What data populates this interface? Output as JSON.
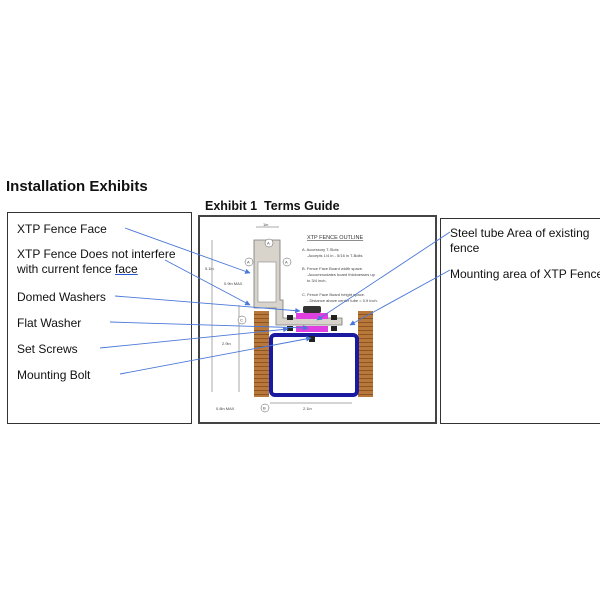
{
  "title": "Installation Exhibits",
  "exhibit_title": "Exhibit 1  Terms Guide",
  "left_labels": {
    "fence_face": "XTP Fence Face",
    "not_interfere_1": "XTP Fence Does not interfere",
    "not_interfere_2": "with current fence ",
    "not_interfere_3": "face",
    "domed_washers": "Domed Washers",
    "flat_washer": "Flat Washer",
    "set_screws": "Set Screws",
    "mounting_bolt": "Mounting Bolt"
  },
  "right_labels": {
    "steel_tube_1": "Steel tube Area of existing",
    "steel_tube_2": "fence",
    "mounting_area": "Mounting area of XTP Fence"
  },
  "diagram": {
    "heading": "XTP FENCE OUTLINE",
    "a_title": "A.  Accessory T-Slots",
    "a_sub": "-Accepts 1/4 in - 5/16 in T-Bolts",
    "b_title": "B.  Fence Face Board width space.",
    "b_sub1": "-Accommodates board thicknesses up",
    "b_sub2": "to 3/4 inch.",
    "c_title": "C.  Fence Face Board height space.",
    "c_sub": "- Distance above center tube = 0.9 inch.",
    "dim_top": "1in",
    "dim_height": "5.1in",
    "dim_c": "0.9in MAX",
    "dim_tube": "2.9in",
    "dim_bottom_left": "0.8in MAX",
    "dim_bottom_right": "2.1in",
    "marker_a": "A",
    "marker_b": "B",
    "marker_c": "C"
  },
  "colors": {
    "arrow": "#4a78d8",
    "tube": "#1a1aa0",
    "wood": "#b8783a",
    "washer": "#e040e0",
    "aluminum": "#d8d4cc"
  }
}
